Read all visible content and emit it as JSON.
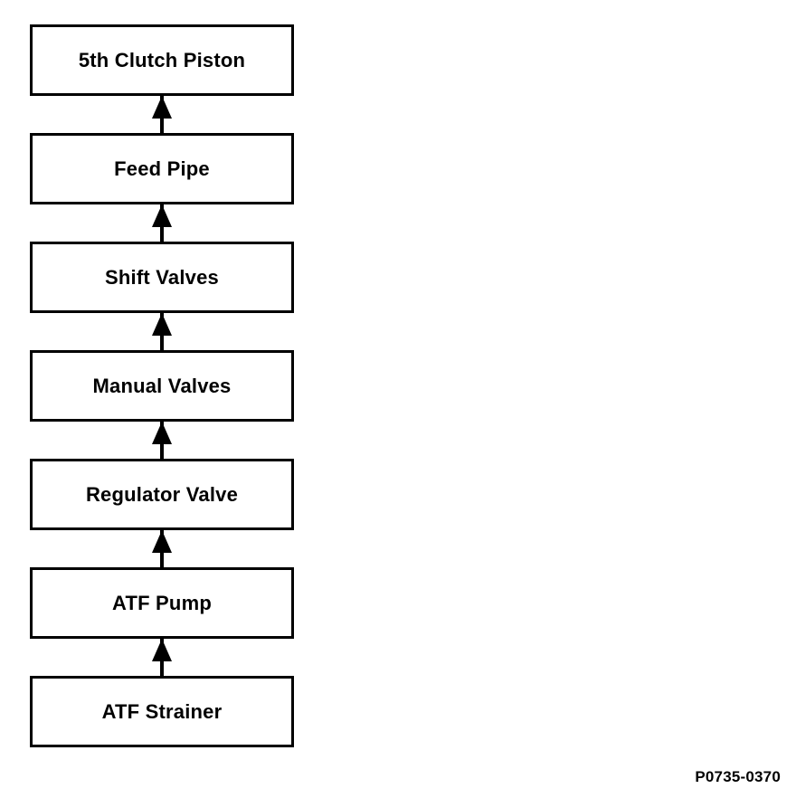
{
  "diagram": {
    "type": "vertical-flow",
    "direction": "bottom-to-top",
    "title": "",
    "background_color": "#ffffff",
    "line_color": "#000000",
    "box_fill_color": "#ffffff",
    "nodes": [
      {
        "id": "n1",
        "label": "5th Clutch Piston"
      },
      {
        "id": "n2",
        "label": "Feed Pipe"
      },
      {
        "id": "n3",
        "label": "Shift Valves"
      },
      {
        "id": "n4",
        "label": "Manual Valves"
      },
      {
        "id": "n5",
        "label": "Regulator Valve"
      },
      {
        "id": "n6",
        "label": "ATF Pump"
      },
      {
        "id": "n7",
        "label": "ATF Strainer"
      }
    ],
    "connectors": [
      {
        "from": "n2",
        "to": "n1",
        "arrow": "up"
      },
      {
        "from": "n3",
        "to": "n2",
        "arrow": "up"
      },
      {
        "from": "n4",
        "to": "n3",
        "arrow": "up"
      },
      {
        "from": "n5",
        "to": "n4",
        "arrow": "up"
      },
      {
        "from": "n6",
        "to": "n5",
        "arrow": "up"
      },
      {
        "from": "n7",
        "to": "n6",
        "arrow": "up"
      }
    ]
  },
  "footer": {
    "figure_code": "P0735-0370"
  }
}
